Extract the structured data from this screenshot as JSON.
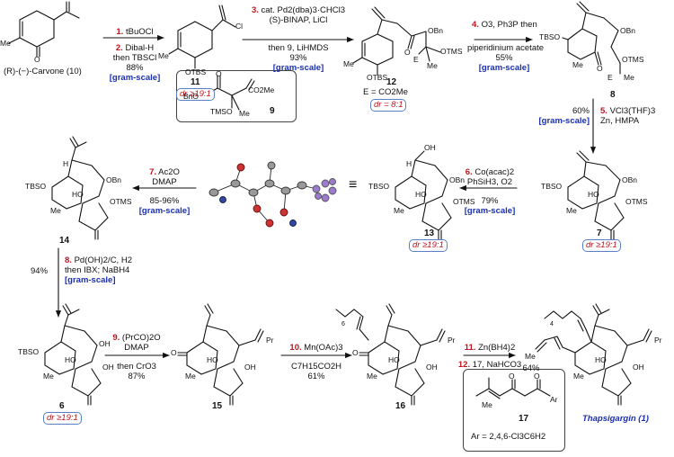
{
  "compounds": {
    "carvone": "(R)-(−)-Carvone (10)",
    "c11": "11",
    "c12": "12",
    "c8": "8",
    "c7": "7",
    "c13": "13",
    "c14": "14",
    "c6": "6",
    "c15": "15",
    "c16": "16",
    "c17": "17",
    "thapsigargin": "Thapsigargin (1)",
    "c9": "9"
  },
  "steps": {
    "s1": {
      "num": "1.",
      "text": "tBuOCl"
    },
    "s2": {
      "num": "2.",
      "text": "Dibal-H",
      "line2": "then TBSCl",
      "yield": "88%",
      "scale": "[gram-scale]"
    },
    "s3": {
      "num": "3.",
      "text": "cat. Pd2(dba)3·CHCl3",
      "line2": "(S)-BINAP, LiCl",
      "line3": "then 9, LiHMDS",
      "yield": "93%",
      "scale": "[gram-scale]"
    },
    "s4": {
      "num": "4.",
      "text": "O3, Ph3P then",
      "line2": "piperidinium acetate",
      "yield": "55%",
      "scale": "[gram-scale]"
    },
    "s5": {
      "num": "5.",
      "text": "VCl3(THF)3",
      "line2": "Zn, HMPA",
      "yield": "60%",
      "scale": "[gram-scale]"
    },
    "s6": {
      "num": "6.",
      "text": "Co(acac)2",
      "line2": "PhSiH3, O2",
      "yield": "79%",
      "scale": "[gram-scale]"
    },
    "s7": {
      "num": "7.",
      "text": "Ac2O",
      "line2": "DMAP",
      "yield": "85-96%",
      "scale": "[gram-scale]"
    },
    "s8": {
      "num": "8.",
      "text": "Pd(OH)2/C, H2",
      "line2": "then IBX; NaBH4",
      "yield": "94%",
      "scale": "[gram-scale]"
    },
    "s9": {
      "num": "9.",
      "text": "(PrCO)2O",
      "line2": "DMAP",
      "line3": "then CrO3",
      "yield": "87%"
    },
    "s10": {
      "num": "10.",
      "text": "Mn(OAc)3",
      "line2": "C7H15CO2H",
      "yield": "61%"
    },
    "s11": {
      "num": "11.",
      "text": "Zn(BH4)2"
    },
    "s12": {
      "num": "12.",
      "text": "17, NaHCO3",
      "yield": "64%"
    }
  },
  "dr": {
    "d11": "dr ≥19:1",
    "d12": "dr = 8:1",
    "d7": "dr ≥19:1",
    "d13": "dr ≥19:1",
    "d6": "dr ≥19:1"
  },
  "notes": {
    "e12": "E = CO2Me",
    "ar17": "Ar = 2,4,6-Cl3C6H2",
    "equiv": "≡"
  },
  "atom_labels": {
    "O": "O",
    "OTBS": "OTBS",
    "TBSO": "TBSO",
    "Me": "Me",
    "Cl": "Cl",
    "OBn": "OBn",
    "BnO": "BnO",
    "OTMS": "OTMS",
    "TMSO": "TMSO",
    "E": "E",
    "HO": "HO",
    "H": "H",
    "OH": "OH",
    "CO2Me": "CO2Me",
    "Pr": "Pr",
    "Ar": "Ar",
    "n6": "6",
    "n4": "4"
  },
  "colors": {
    "step_red": "#c0141e",
    "gram_blue": "#1a2fb0",
    "dr_border": "#5b7fc7",
    "ortep_red": "#c33",
    "ortep_blue": "#34a",
    "ortep_purple": "#9b7ad0"
  }
}
